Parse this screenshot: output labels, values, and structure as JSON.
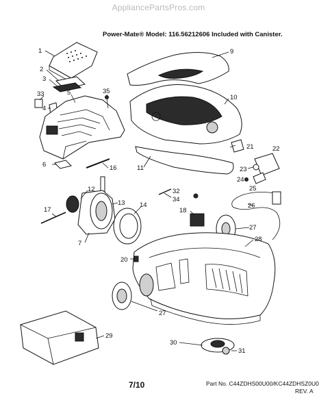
{
  "watermark": "AppliancePartsPros.com",
  "header": {
    "model_line": "Power-Mate® Model:  116.56212606 Included with Canister."
  },
  "callouts": {
    "c1": "1",
    "c2": "2",
    "c3": "3",
    "c33": "33",
    "c4": "4",
    "c5": "5",
    "c35": "35",
    "c9": "9",
    "c10": "10",
    "c21": "21",
    "c22": "22",
    "c23": "23",
    "c24": "24",
    "c25": "25",
    "c6": "6",
    "c16": "16",
    "c11": "11",
    "c12": "12",
    "c13": "13",
    "c14": "14",
    "c32": "32",
    "c34": "34",
    "c17": "17",
    "c7": "7",
    "c18": "18",
    "c26": "26",
    "c27a": "27",
    "c28": "28",
    "c20": "20",
    "c27b": "27",
    "c29": "29",
    "c30": "30",
    "c31": "31"
  },
  "footer": {
    "page_number": "7/10",
    "part_number": "Part No. C44ZDHS00U00/KC44ZDHSZ0U0",
    "revision": "REV. A"
  }
}
